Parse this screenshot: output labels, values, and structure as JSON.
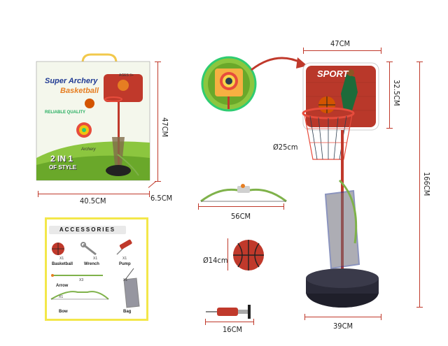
{
  "box": {
    "title_line1": "Super Archery",
    "title_line2": "Basketball",
    "age": "AGES 3+",
    "quality": "RELIABLE QUALITY",
    "archery_label": "Archery",
    "two_in_one_line1": "2 IN 1",
    "two_in_one_line2": "OF STYLE"
  },
  "dimensions": {
    "box_width": "40.5CM",
    "box_height": "47CM",
    "box_depth": "6.5CM",
    "board_width": "47CM",
    "board_height": "32.5CM",
    "hoop_diameter": "Ø25cm",
    "total_height": "166CM",
    "base_width": "39CM",
    "bow_length": "56CM",
    "ball_diameter": "Ø14cm",
    "pump_length": "16CM"
  },
  "accessories": {
    "title": "ACCESSORIES",
    "items": [
      {
        "label": "Basketball",
        "count": "X1"
      },
      {
        "label": "Wrench",
        "count": "X1"
      },
      {
        "label": "Pump",
        "count": "X1"
      },
      {
        "label": "Arrow",
        "count": "X3"
      },
      {
        "label": "Bow",
        "count": "X1"
      },
      {
        "label": "Bag",
        "count": "X1"
      }
    ]
  },
  "board_text": "SPORT",
  "colors": {
    "dimension_line": "#c0392b",
    "accessory_border": "#f3e74a",
    "box_green": "#8cc63f",
    "board_red": "#c0392b"
  }
}
